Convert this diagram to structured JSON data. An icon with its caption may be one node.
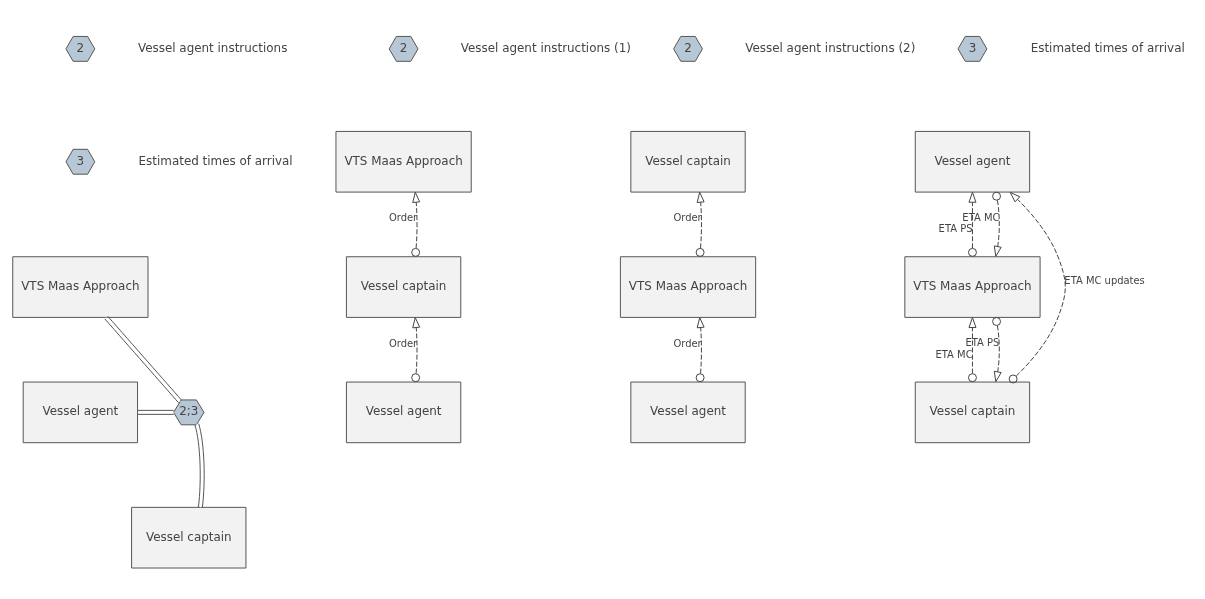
{
  "diagram": {
    "nodes": [
      {
        "text": [
          "2"
        ],
        "beside": [
          "Vessel agent instructions"
        ]
      },
      {
        "text": [
          "3"
        ],
        "beside": [
          "Estimated times of arrival"
        ]
      },
      {
        "text": [
          "VTS Maas Approach"
        ]
      },
      {
        "text": [
          "Vessel agent"
        ]
      },
      {
        "text": [
          "2;3"
        ]
      },
      {
        "text": [
          "Vessel captain"
        ]
      },
      {
        "text": [
          "2"
        ],
        "beside": [
          "Vessel agent instructions (1)"
        ]
      },
      {
        "text": [
          "VTS Maas Approach"
        ]
      },
      {
        "text": [
          "Vessel captain"
        ]
      },
      {
        "text": [
          "Vessel agent"
        ]
      },
      {
        "text": [
          "2"
        ],
        "beside": [
          "Vessel agent instructions (2)"
        ]
      },
      {
        "text": [
          "Vessel captain"
        ]
      },
      {
        "text": [
          "VTS Maas Approach"
        ]
      },
      {
        "text": [
          "Vessel agent"
        ]
      },
      {
        "text": [
          "3"
        ],
        "beside": [
          "Estimated times of arrival"
        ]
      },
      {
        "text": [
          "Vessel agent"
        ]
      },
      {
        "text": [
          "VTS Maas Approach"
        ]
      },
      {
        "text": [
          "Vessel captain"
        ]
      }
    ],
    "edges": [
      {
        "from": 2,
        "to": 4,
        "arrow": "none"
      },
      {
        "from": 3,
        "to": 4,
        "arrow": "none"
      },
      {
        "from": 4,
        "to": 5,
        "arrow": "none"
      },
      {
        "from": 8,
        "to": 7,
        "arrow": "to",
        "style": "dashed",
        "label": "Order"
      },
      {
        "from": 9,
        "to": 8,
        "arrow": "to",
        "style": "dashed",
        "label": "Order"
      },
      {
        "from": 12,
        "to": 11,
        "arrow": "to",
        "style": "dashed",
        "label": "Order"
      },
      {
        "from": 13,
        "to": 12,
        "arrow": "to",
        "style": "dashed",
        "label": "Order"
      },
      {
        "from": 16,
        "to": 15,
        "arrow": "to",
        "style": "dashed",
        "label": "ETA PS"
      },
      {
        "from": 15,
        "to": 16,
        "arrow": "to",
        "style": "dashed",
        "label": "ETA MC"
      },
      {
        "from": 17,
        "to": 16,
        "arrow": "to",
        "style": "dashed",
        "label": "ETA MC"
      },
      {
        "from": 16,
        "to": 17,
        "arrow": "to",
        "style": "dashed",
        "label": "ETA PS"
      },
      {
        "from": 17,
        "to": 15,
        "arrow": "to",
        "style": "dashed",
        "label": "ETA MC updates"
      }
    ]
  }
}
